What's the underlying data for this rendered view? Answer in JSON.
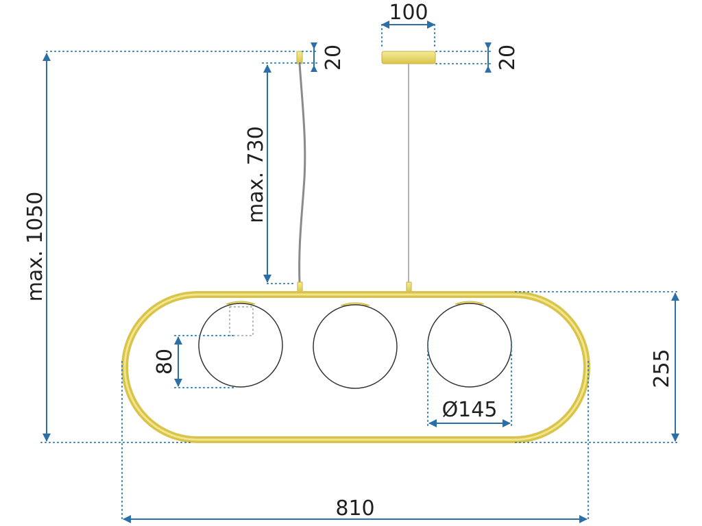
{
  "colors": {
    "frame": "#d9c34a",
    "frame_light": "#f4ec9a",
    "dimension": "#2a6fa8",
    "dotted_guide": "#2a7fb8",
    "cable": "#8a8a8a",
    "globe_outline": "#333333"
  },
  "dimensions": {
    "canopy_width": "100",
    "canopy_height": "20",
    "mount_height": "20",
    "cable_length": "max. 730",
    "total_height": "max. 1050",
    "frame_height": "255",
    "frame_width": "810",
    "globe_diameter": "Ø145",
    "socket_height": "80"
  }
}
